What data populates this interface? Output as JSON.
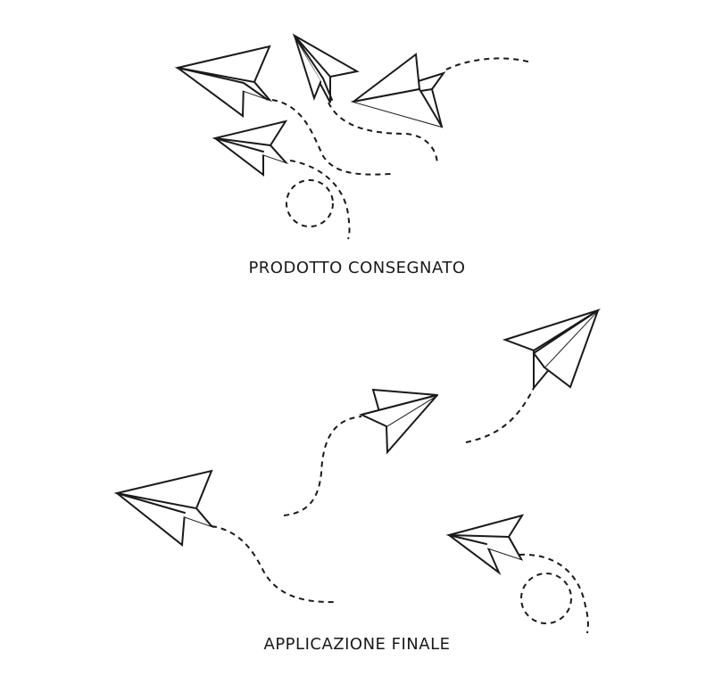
{
  "captions": {
    "top": "PRODOTTO CONSEGNATO",
    "bottom": "APPLICAZIONE FINALE"
  },
  "colors": {
    "ink": "#1a1a1a",
    "background": "#ffffff"
  },
  "icons": {
    "plane": "paper-plane-icon",
    "trail": "dashed-flight-trail"
  }
}
